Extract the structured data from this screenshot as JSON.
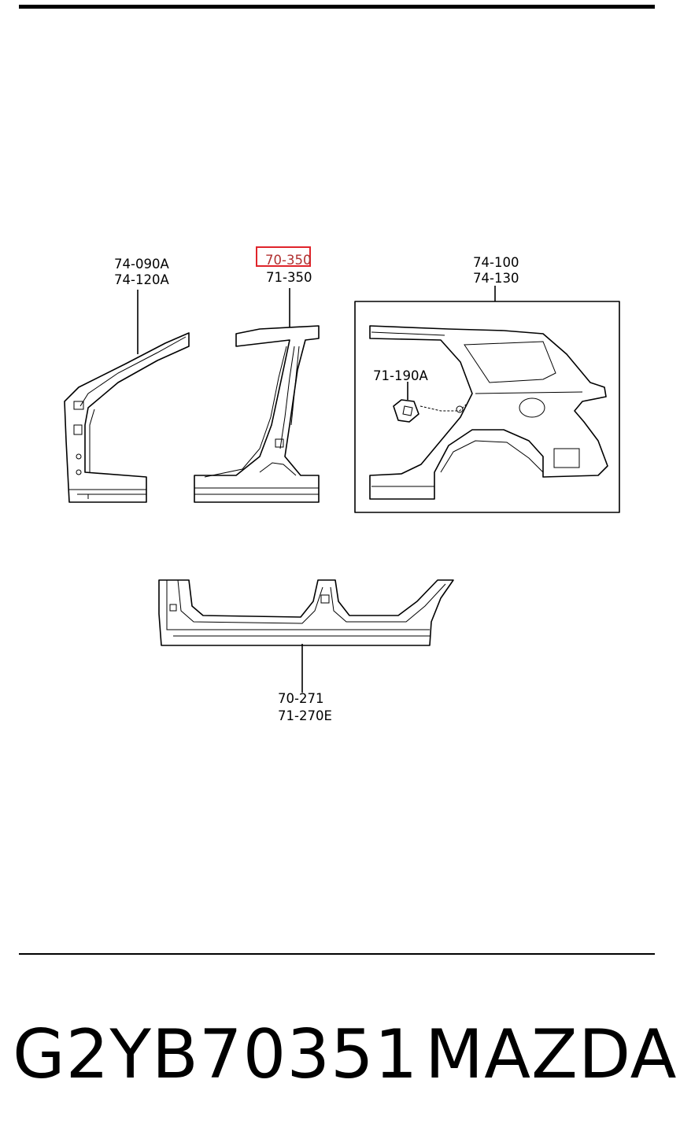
{
  "labels": {
    "front_pillar_a": "74-090A",
    "front_pillar_b": "74-120A",
    "center_pillar_highlighted": "70-350",
    "center_pillar_b": "71-350",
    "rear_panel_a": "74-100",
    "rear_panel_b": "74-130",
    "fuel_lid": "71-190A",
    "sill_a": "70-271",
    "sill_b": "71-270E"
  },
  "highlight": {
    "color": "#e0242b",
    "target": "70-350"
  },
  "footer": {
    "part_number": "G2YB70351",
    "brand": "MAZDA"
  }
}
